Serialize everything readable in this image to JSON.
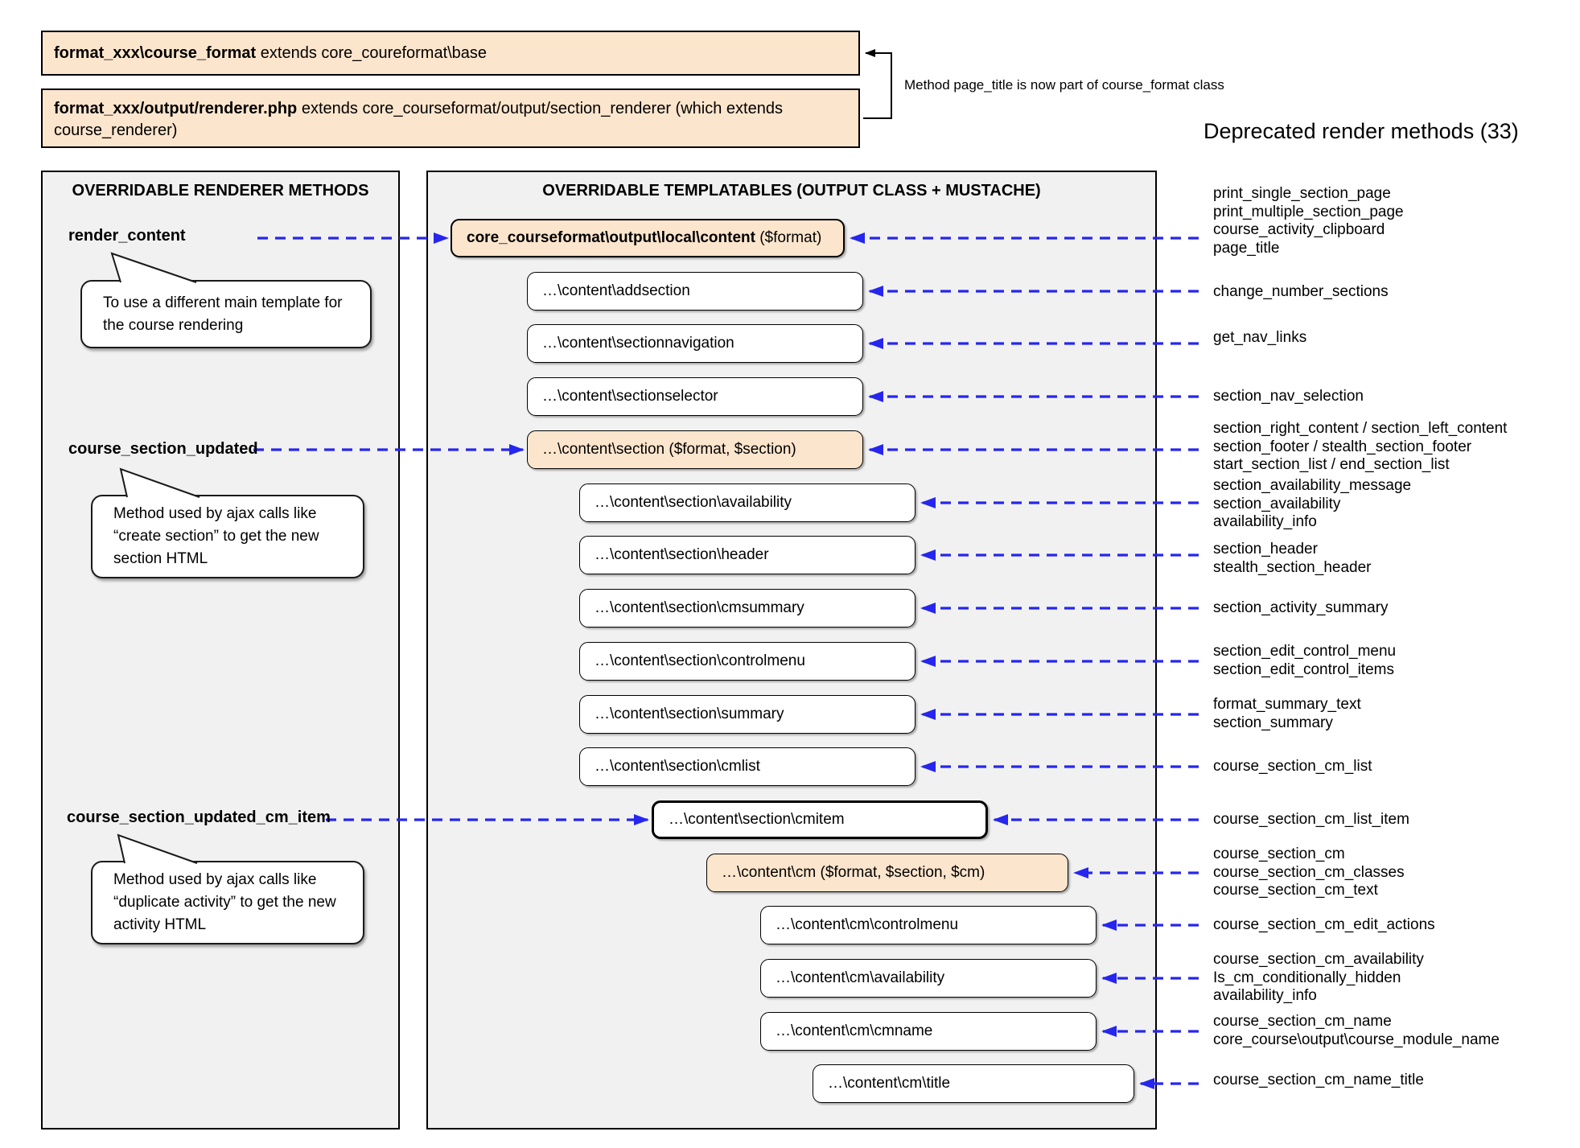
{
  "header": {
    "box1_bold": "format_xxx\\course_format",
    "box1_rest": " extends core_coureformat\\base",
    "box2_bold": "format_xxx/output/renderer.php",
    "box2_rest": " extends core_courseformat/output/section_renderer (which extends course_renderer)",
    "bracket_note": "Method page_title is now part of course_format class",
    "deprecated_title": "Deprecated render methods (33)"
  },
  "renderer_panel": {
    "title": "OVERRIDABLE RENDERER METHODS",
    "method1": "render_content",
    "bubble1": "To use a different main template for the course rendering",
    "method2": "course_section_updated",
    "bubble2": "Method used by ajax calls like “create section” to get the new section HTML",
    "method3": "course_section_updated_cm_item",
    "bubble3": "Method used by ajax calls like “duplicate activity” to get the new activity HTML"
  },
  "templatables_panel": {
    "title": "OVERRIDABLE TEMPLATABLES (OUTPUT CLASS + MUSTACHE)",
    "boxes": [
      {
        "main": "core_courseformat\\output\\local\\content",
        "args": " ($format)"
      },
      {
        "main": "…\\content\\addsection",
        "args": ""
      },
      {
        "main": "…\\content\\sectionnavigation",
        "args": ""
      },
      {
        "main": "…\\content\\sectionselector",
        "args": ""
      },
      {
        "main": "…\\content\\section ($format, $section)",
        "args": ""
      },
      {
        "main": "…\\content\\section\\availability",
        "args": ""
      },
      {
        "main": "…\\content\\section\\header",
        "args": ""
      },
      {
        "main": "…\\content\\section\\cmsummary",
        "args": ""
      },
      {
        "main": "…\\content\\section\\controlmenu",
        "args": ""
      },
      {
        "main": "…\\content\\section\\summary",
        "args": ""
      },
      {
        "main": "…\\content\\section\\cmlist",
        "args": ""
      },
      {
        "main": "…\\content\\section\\cmitem",
        "args": ""
      },
      {
        "main": "…\\content\\cm ($format, $section, $cm)",
        "args": ""
      },
      {
        "main": "…\\content\\cm\\controlmenu",
        "args": ""
      },
      {
        "main": "…\\content\\cm\\availability",
        "args": ""
      },
      {
        "main": "…\\content\\cm\\cmname",
        "args": ""
      },
      {
        "main": "…\\content\\cm\\title",
        "args": ""
      }
    ]
  },
  "deprecated_groups": [
    {
      "lines": [
        "print_single_section_page",
        "print_multiple_section_page",
        "course_activity_clipboard",
        "page_title"
      ]
    },
    {
      "lines": [
        "change_number_sections"
      ]
    },
    {
      "lines": [
        "get_nav_links"
      ]
    },
    {
      "lines": [
        "section_nav_selection"
      ]
    },
    {
      "lines": [
        "section_right_content / section_left_content",
        "section_footer / stealth_section_footer",
        "start_section_list / end_section_list"
      ]
    },
    {
      "lines": [
        "section_availability_message",
        "section_availability",
        "availability_info"
      ]
    },
    {
      "lines": [
        "section_header",
        "stealth_section_header"
      ]
    },
    {
      "lines": [
        "section_activity_summary"
      ]
    },
    {
      "lines": [
        "section_edit_control_menu",
        "section_edit_control_items"
      ]
    },
    {
      "lines": [
        "format_summary_text",
        "section_summary"
      ]
    },
    {
      "lines": [
        "course_section_cm_list"
      ]
    },
    {
      "lines": [
        "course_section_cm_list_item"
      ]
    },
    {
      "lines": [
        "course_section_cm",
        "course_section_cm_classes",
        "course_section_cm_text"
      ]
    },
    {
      "lines": [
        "course_section_cm_edit_actions"
      ]
    },
    {
      "lines": [
        "course_section_cm_availability",
        "Is_cm_conditionally_hidden",
        "availability_info"
      ]
    },
    {
      "lines": [
        "course_section_cm_name",
        "core_course\\output\\course_module_name"
      ]
    },
    {
      "lines": [
        "course_section_cm_name_title"
      ]
    }
  ],
  "colors": {
    "accent_orange": "#fce5cd",
    "arrow_blue": "#2626ee",
    "panel_gray": "#f1f1f1"
  }
}
